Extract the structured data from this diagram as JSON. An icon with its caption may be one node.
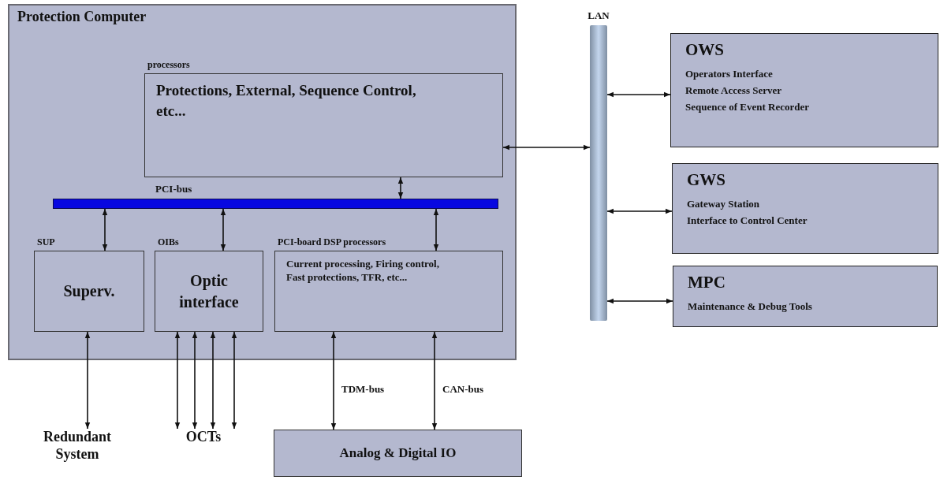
{
  "diagram": {
    "nodes": [
      {
        "text": [
          "Protection Computer"
        ]
      },
      {
        "text": [
          "processors",
          "Protections, External, Sequence Control, etc..."
        ],
        "in": 0
      },
      {
        "text": [
          "PCI-bus"
        ],
        "in": 0
      },
      {
        "text": [
          "SUP",
          "Superv."
        ],
        "in": 0
      },
      {
        "text": [
          "OIBs",
          "Optic interface"
        ],
        "in": 0
      },
      {
        "text": [
          "PCI-board DSP processors",
          "Current processing, Firing control, Fast protections, TFR, etc..."
        ],
        "in": 0
      },
      {
        "text": [
          "LAN"
        ]
      },
      {
        "text": [
          "OWS",
          "Operators Interface",
          "Remote Access Server",
          "Sequence of Event Recorder"
        ]
      },
      {
        "text": [
          "GWS",
          "Gateway Station",
          "Interface to Control Center"
        ]
      },
      {
        "text": [
          "MPC",
          "Maintenance & Debug Tools"
        ]
      },
      {
        "text": [
          "Redundant System"
        ]
      },
      {
        "text": [
          "OCTs"
        ]
      },
      {
        "text": [
          "Analog & Digital IO"
        ]
      }
    ],
    "edges": [
      {
        "from": 1,
        "to": 6,
        "arrow": "both"
      },
      {
        "from": 1,
        "to": 2,
        "arrow": "both"
      },
      {
        "from": 2,
        "to": 3,
        "arrow": "both"
      },
      {
        "from": 2,
        "to": 4,
        "arrow": "both"
      },
      {
        "from": 2,
        "to": 5,
        "arrow": "both"
      },
      {
        "from": 6,
        "to": 7,
        "arrow": "both"
      },
      {
        "from": 6,
        "to": 8,
        "arrow": "both"
      },
      {
        "from": 6,
        "to": 9,
        "arrow": "both"
      },
      {
        "from": 3,
        "to": 10,
        "arrow": "both"
      },
      {
        "from": 4,
        "to": 11,
        "arrow": "both"
      },
      {
        "from": 4,
        "to": 11,
        "arrow": "both"
      },
      {
        "from": 4,
        "to": 11,
        "arrow": "both"
      },
      {
        "from": 4,
        "to": 11,
        "arrow": "both"
      },
      {
        "from": 5,
        "to": 12,
        "label": "TDM-bus",
        "arrow": "both"
      },
      {
        "from": 5,
        "to": 12,
        "label": "CAN-bus",
        "arrow": "both"
      }
    ]
  }
}
